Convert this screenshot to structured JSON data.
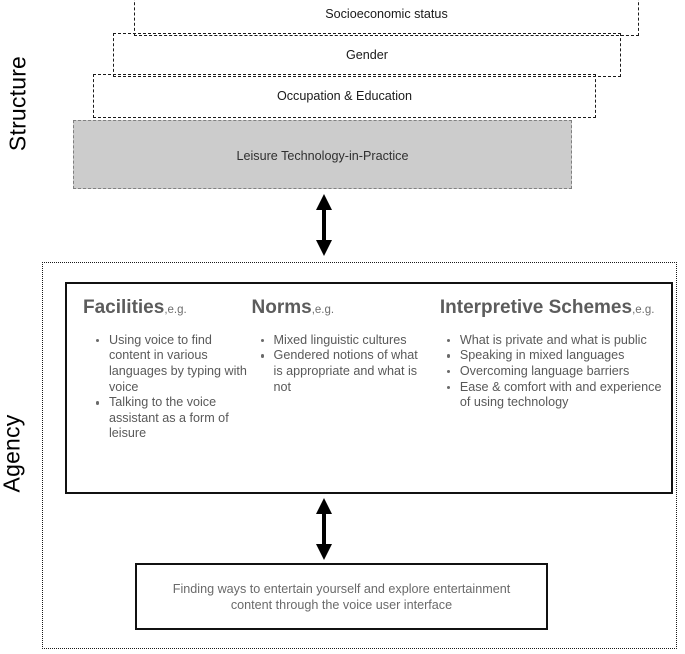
{
  "sections": {
    "structure_label": "Structure",
    "agency_label": "Agency"
  },
  "structure": {
    "layers": [
      {
        "id": "socioeconomic",
        "label": "Socioeconomic status",
        "style": "dashed"
      },
      {
        "id": "gender",
        "label": "Gender",
        "style": "dashed"
      },
      {
        "id": "occupation",
        "label": "Occupation & Education",
        "style": "dashed"
      },
      {
        "id": "leisure",
        "label": "Leisure Technology-in-Practice",
        "style": "dashed-filled",
        "fill": "#cccccc"
      }
    ]
  },
  "connectors": {
    "structure_to_agency": "double-headed-vertical-arrow",
    "agency_to_outcome": "double-headed-vertical-arrow"
  },
  "agency": {
    "columns": [
      {
        "id": "facilities",
        "heading": "Facilities",
        "heading_suffix": ",e.g.",
        "bullets": [
          "Using voice to find content in various languages by typing with voice",
          "Talking to the voice assistant as a form of leisure"
        ]
      },
      {
        "id": "norms",
        "heading": "Norms",
        "heading_suffix": ",e.g.",
        "bullets": [
          "Mixed linguistic cultures",
          "Gendered notions of what is appropriate and what is not"
        ]
      },
      {
        "id": "interpretive-schemes",
        "heading": "Interpretive Schemes",
        "heading_suffix": ",e.g.",
        "bullets": [
          "What is private and what is public",
          "Speaking in mixed languages",
          "Overcoming language barriers",
          "Ease & comfort with and experience of using technology"
        ]
      }
    ],
    "outcome": "Finding ways to entertain yourself and explore entertainment content through the voice user interface"
  },
  "colors": {
    "leisure_fill": "#cccccc",
    "text_gray": "#595959",
    "heading_gray": "#5c5c5c",
    "line_black": "#1a1a1a"
  }
}
